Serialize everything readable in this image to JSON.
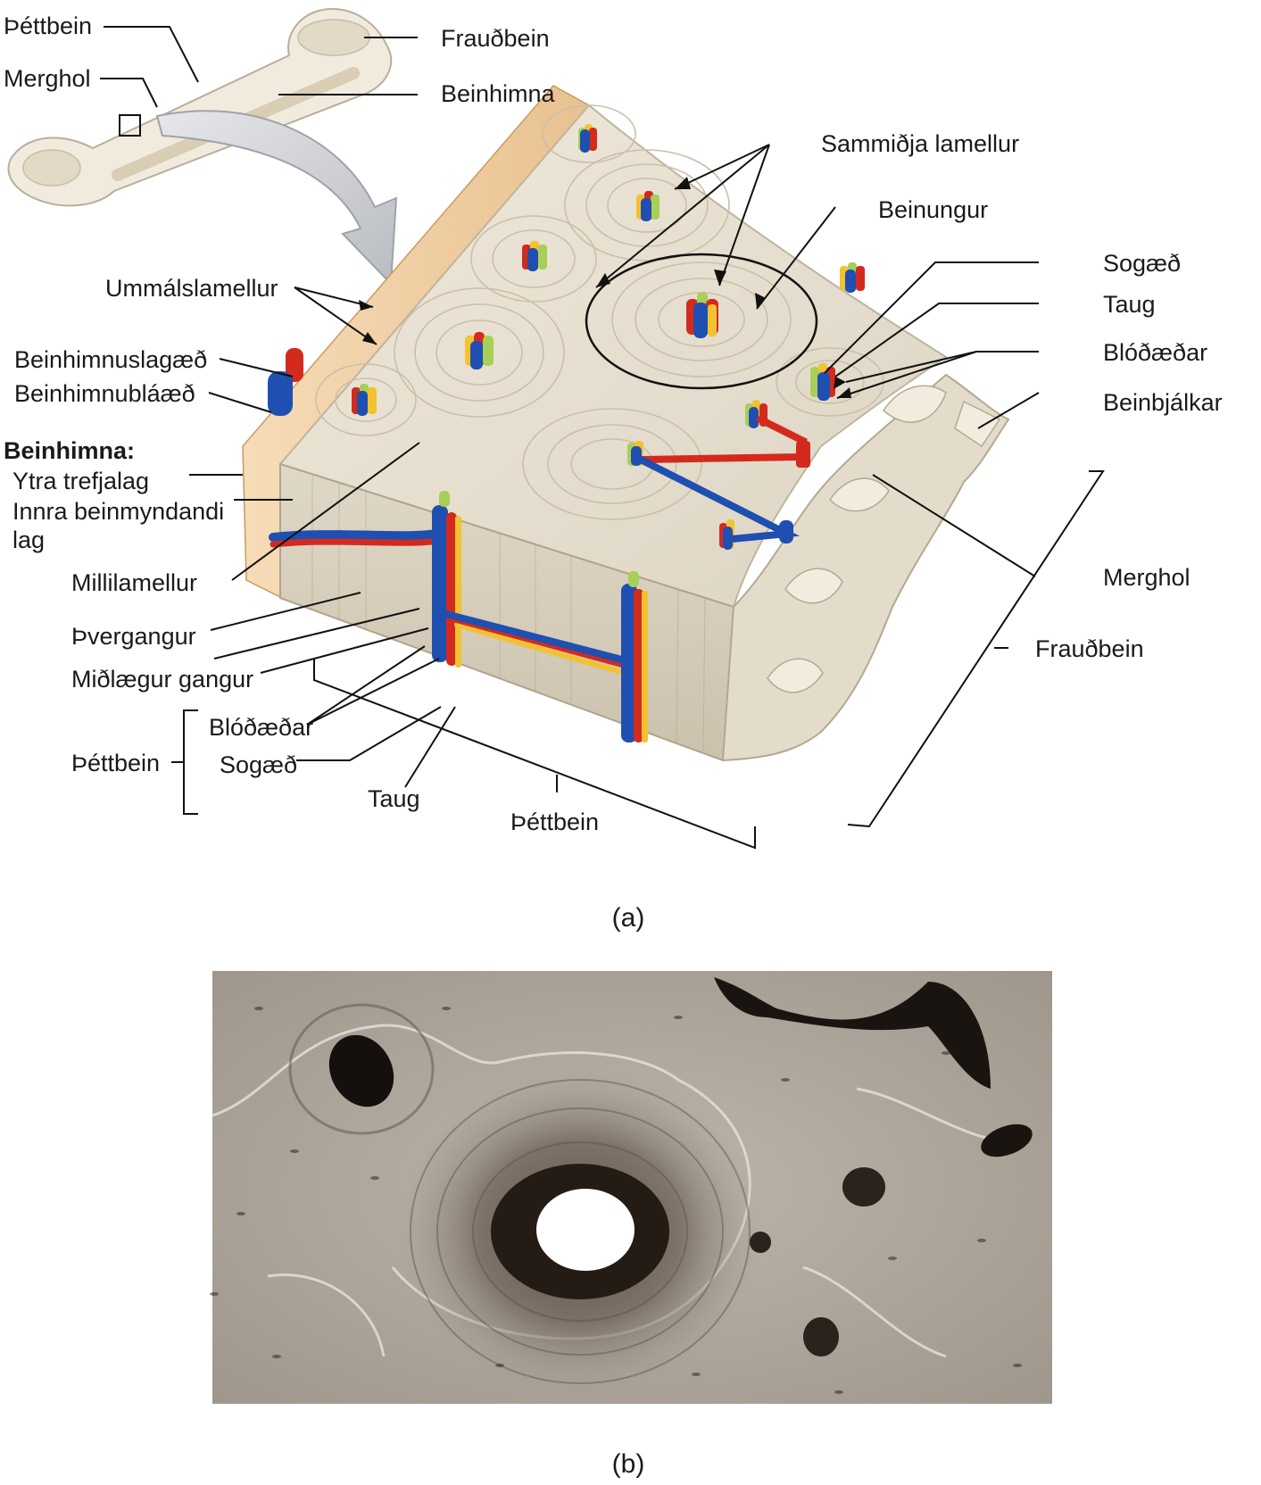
{
  "labels": {
    "compact_bone_top": "Þéttbein",
    "marrow_cavity_top": "Merghol",
    "spongy_bone_top": "Frauðbein",
    "periosteum_top": "Beinhimna",
    "concentric_lamellae": "Sammiðja lamellur",
    "osteon": "Beinungur",
    "circumferential_lamellae": "Ummálslamellur",
    "lymph_vessel_right": "Sogæð",
    "nerve_right": "Taug",
    "blood_vessels_right": "Blóðæðar",
    "trabeculae": "Beinbjálkar",
    "periosteal_artery": "Beinhimnuslagæð",
    "periosteal_vein": "Beinhimnubláæð",
    "periosteum_heading": "Beinhimna:",
    "outer_fibrous_layer": "Ytra trefjalag",
    "inner_osteogenic_layer_1": "Innra beinmyndandi",
    "inner_osteogenic_layer_2": "lag",
    "interstitial_lamellae": "Millilamellur",
    "perforating_canal": "Þvergangur",
    "central_canal": "Miðlægur gangur",
    "blood_vessels_left": "Blóðæðar",
    "compact_bone_left": "Þéttbein",
    "lymph_vessel_left": "Sogæð",
    "nerve_bottom": "Taug",
    "compact_bone_bottom": "Þéttbein",
    "marrow_cavity_right": "Merghol",
    "spongy_bone_right": "Frauðbein"
  },
  "captions": {
    "a": "(a)",
    "b": "(b)"
  },
  "colors": {
    "artery": "#d42a1e",
    "vein": "#1f4fb0",
    "nerve": "#f2c230",
    "lymph": "#a8cf58",
    "bone": "#ece5d6",
    "periosteum": "#f3d2aa",
    "micrograph_bg": "#b3aca3"
  }
}
